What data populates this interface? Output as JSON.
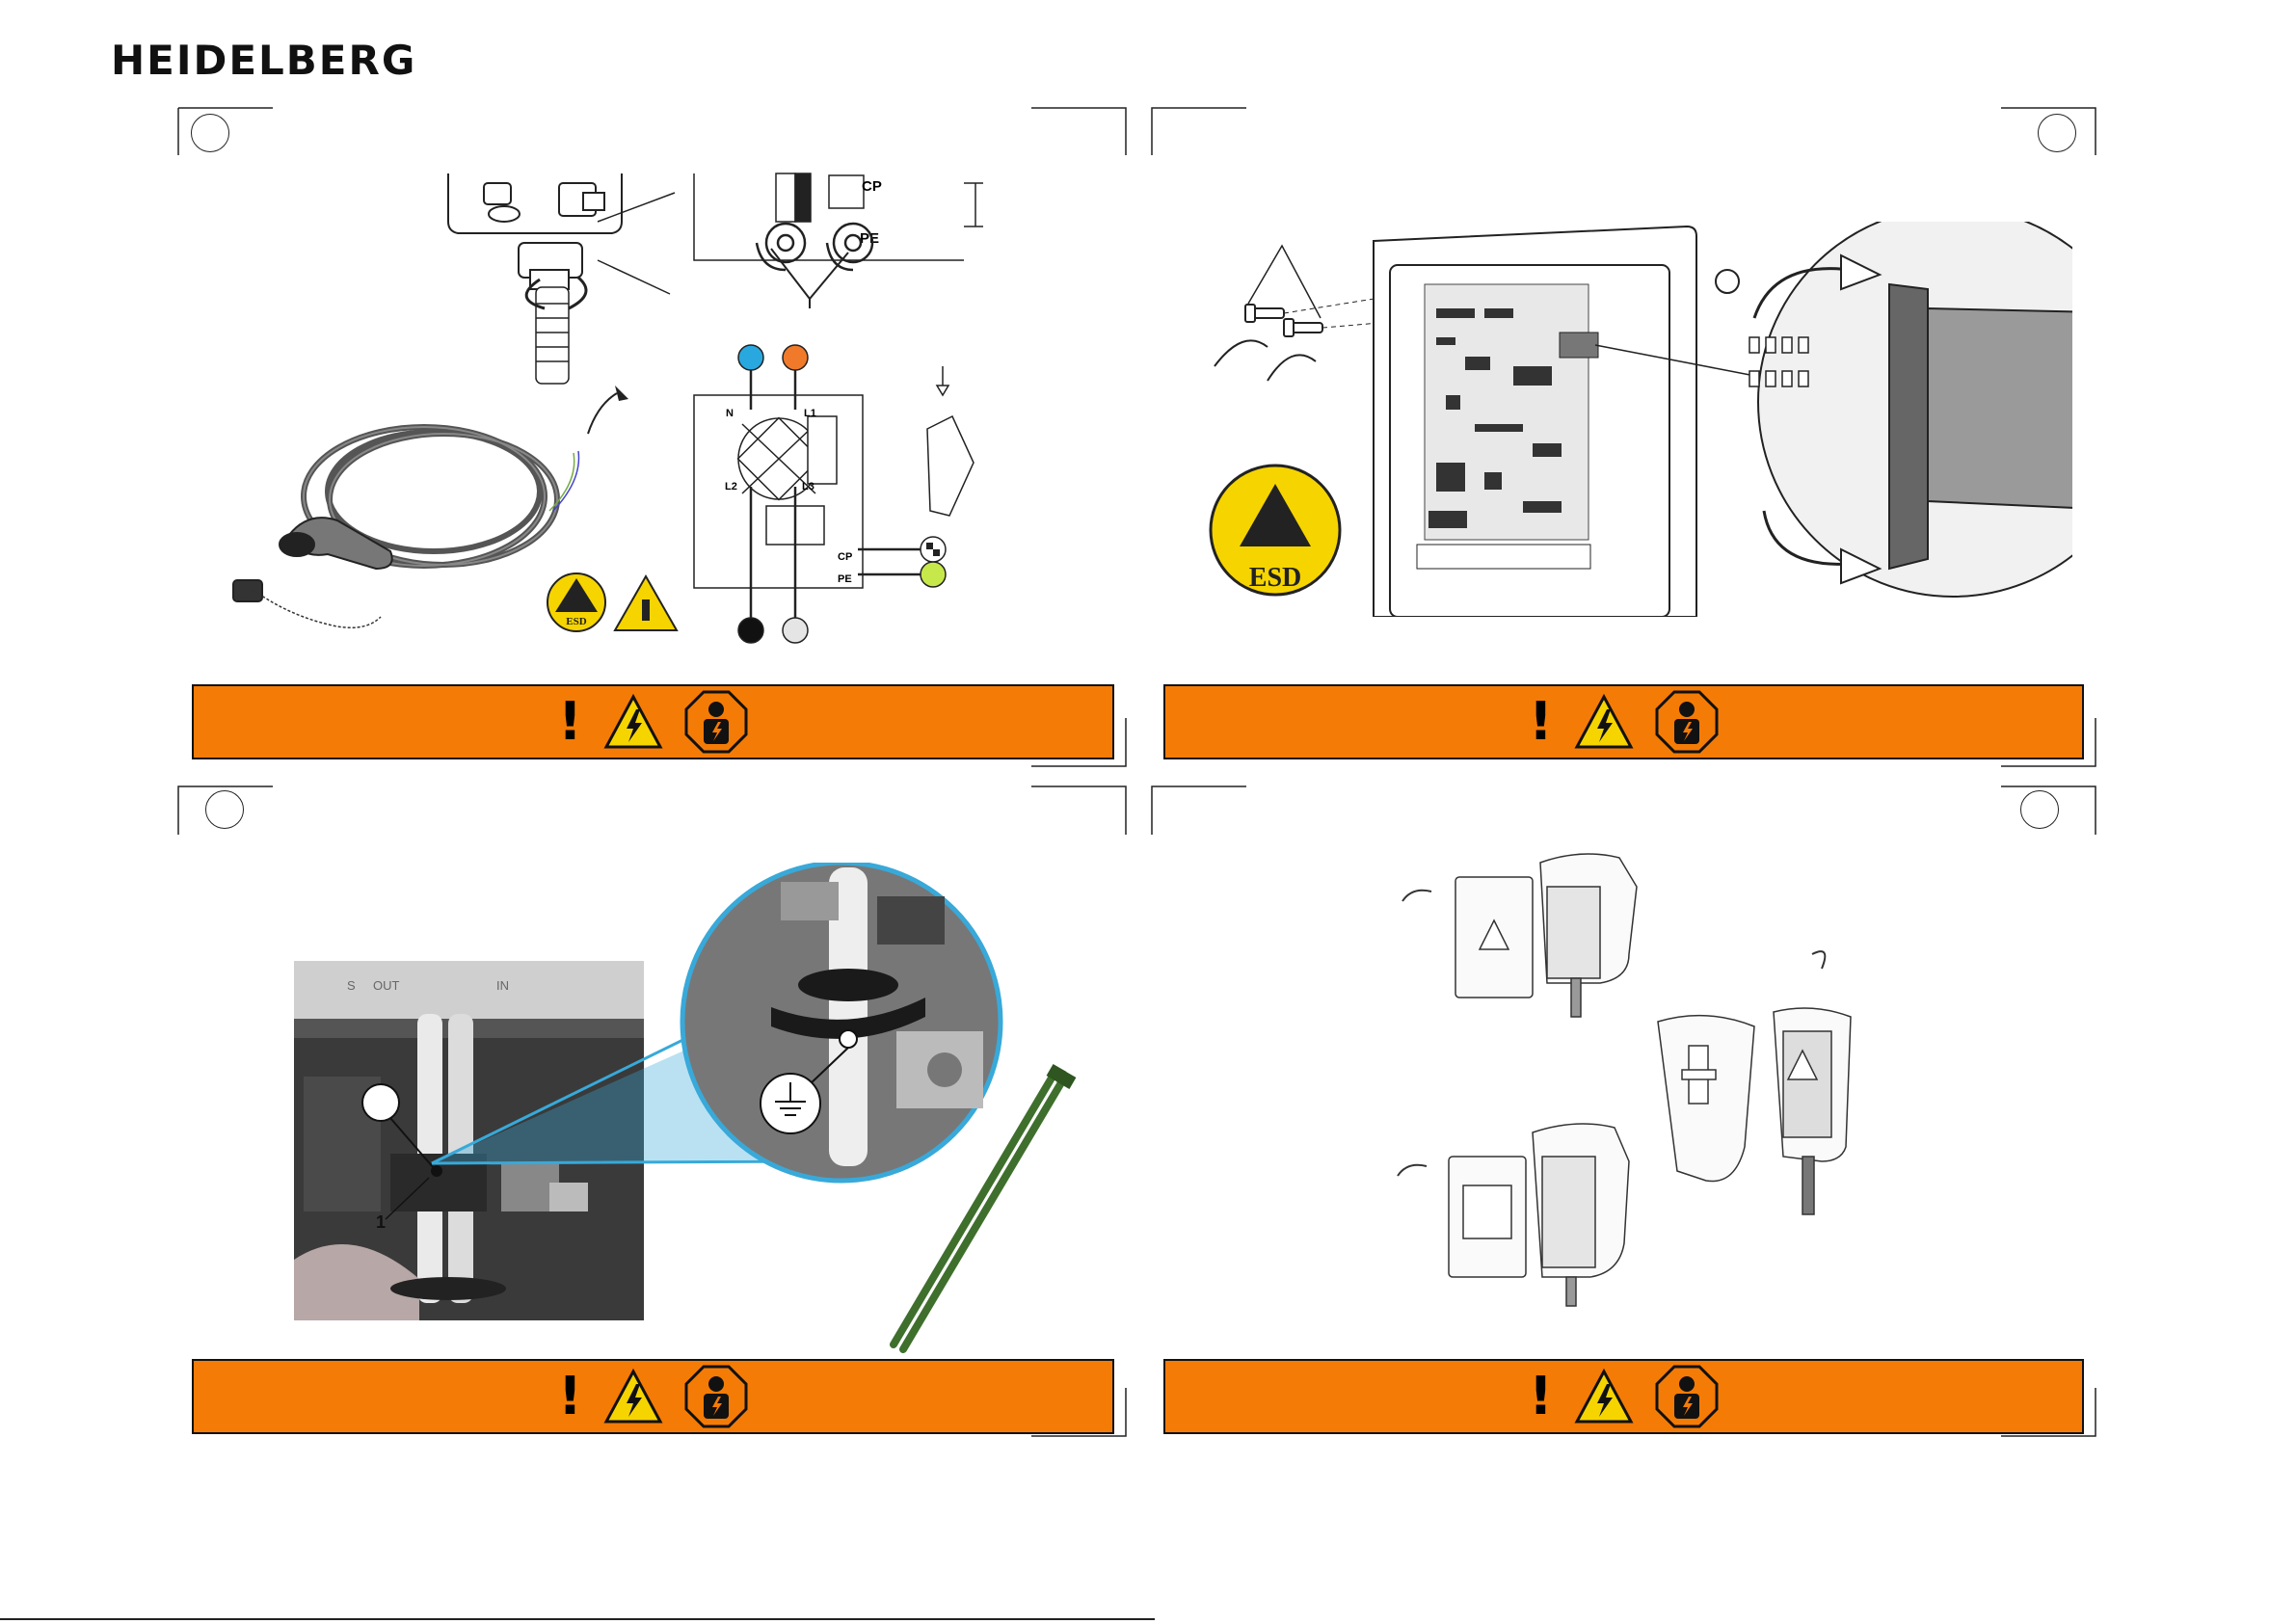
{
  "brand": {
    "logo_text": "HEIDELBERG"
  },
  "panels": [
    {
      "id": "panel-1",
      "labels": {
        "cp": "CP",
        "pe": "PE",
        "n": "N",
        "l1": "L1",
        "l2": "L2",
        "l3": "L3",
        "cp_small": "CP",
        "pe_small": "PE",
        "esd": "ESD"
      }
    },
    {
      "id": "panel-2",
      "labels": {
        "esd": "ESD"
      }
    },
    {
      "id": "panel-3",
      "labels": {
        "s": "S",
        "out": "OUT",
        "in": "IN",
        "num1": "1"
      }
    },
    {
      "id": "panel-4",
      "labels": {}
    }
  ],
  "warning_bar": {
    "exclamation": "!"
  },
  "colors": {
    "warning_orange": "#f47b06",
    "wire_blue": "#29a8e0",
    "wire_orange": "#f07a2a",
    "esd_yellow": "#f6d400",
    "cyan_zoom": "#38a9d9",
    "cable_tie_green": "#3f6f2c"
  }
}
